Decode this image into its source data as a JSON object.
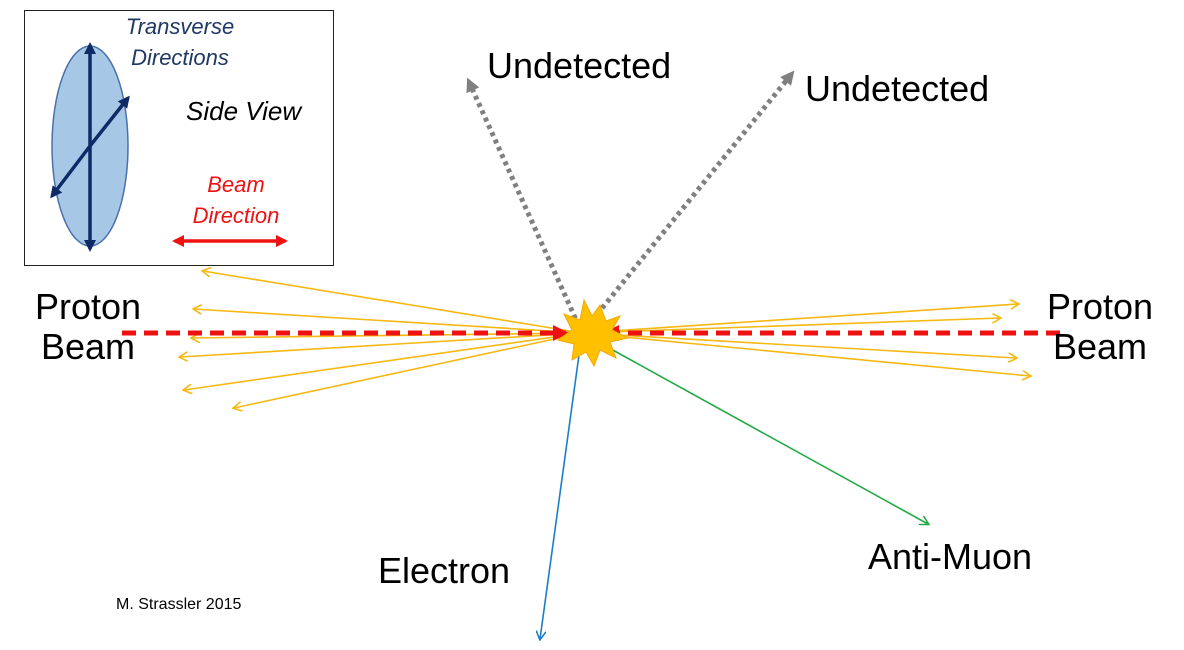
{
  "labels": {
    "undetected_left": "Undetected",
    "undetected_right": "Undetected",
    "proton_beam_left_line1": "Proton",
    "proton_beam_left_line2": "Beam",
    "proton_beam_right_line1": "Proton",
    "proton_beam_right_line2": "Beam",
    "electron": "Electron",
    "anti_muon": "Anti-Muon",
    "credit": "M. Strassler  2015"
  },
  "inset": {
    "transverse_line1": "Transverse",
    "transverse_line2": "Directions",
    "side_view": "Side View",
    "beam_line1": "Beam",
    "beam_line2": "Direction"
  },
  "colors": {
    "beam": "#ee1111",
    "jets": "#f6b812",
    "undetected": "#808080",
    "electron": "#1a7fc8",
    "anti_muon": "#22aa44",
    "collision": "#ffc000",
    "ellipse_fill": "#a7c7e7",
    "ellipse_stroke": "#4a72a8",
    "transverse_arrows": "#0f2a66",
    "transverse_text": "#1f3864",
    "beam_text": "#ee1111"
  },
  "icons": {
    "collision": "starburst-icon",
    "arrowheads": "arrowhead-icon"
  }
}
